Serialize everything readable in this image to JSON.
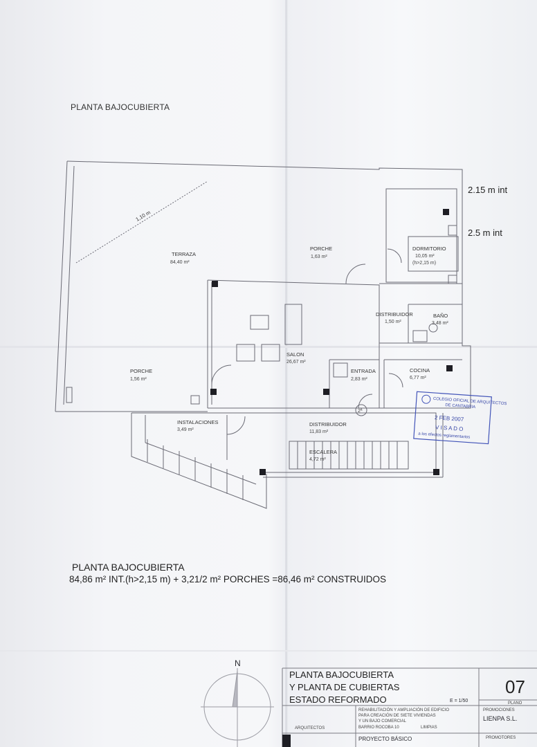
{
  "header": {
    "plan_title": "PLANTA BAJOCUBIERTA"
  },
  "annotations": {
    "height_1": "2.15 m int",
    "height_2": "2.5 m int",
    "slope_dim": "1,10 m"
  },
  "rooms": [
    {
      "name": "TERRAZA",
      "area": "84,40 m²"
    },
    {
      "name": "PORCHE",
      "area": "1,63 m²"
    },
    {
      "name": "DORMITORIO",
      "area": "10,05 m²",
      "note": "(h>2,15 m)"
    },
    {
      "name": "DISTRIBUIDOR",
      "area": "1,50 m²"
    },
    {
      "name": "BAÑO",
      "area": "3,48 m²"
    },
    {
      "name": "SALON",
      "area": "26,67 m²"
    },
    {
      "name": "ENTRADA",
      "area": "2,83 m²"
    },
    {
      "name": "COCINA",
      "area": "6,77 m²"
    },
    {
      "name": "PORCHE",
      "area": "1,56 m²"
    },
    {
      "name": "INSTALACIONES",
      "area": "3,49 m²"
    },
    {
      "name": "DISTRIBUIDOR",
      "area": "11,83 m²"
    },
    {
      "name": "ESCALERA",
      "area": "4,72 m²"
    }
  ],
  "level_mark": "2ª",
  "stamp": {
    "line1": "COLEGIO OFICIAL DE ARQUITECTOS",
    "line2": "DE CANTABRIA",
    "date": "2 FEB 2007",
    "visado": "V I S A D O",
    "line3": "a los efectos reglamentarios"
  },
  "summary": {
    "title": "PLANTA BAJOCUBIERTA",
    "line": "84,86 m² INT.(h>2,15 m) + 3,21/2 m² PORCHES =86,46 m² CONSTRUIDOS"
  },
  "title_block": {
    "north": "N",
    "title_l1": "PLANTA BAJOCUBIERTA",
    "title_l2": "Y PLANTA DE CUBIERTAS",
    "title_l3": "ESTADO REFORMADO",
    "scale": "E = 1/50",
    "plan_number": "07",
    "plan_label": "PLANO",
    "project_l1": "REHABILITACIÓN Y AMPLIACIÓN DE EDIFICIO",
    "project_l2": "PARA CREACIÓN DE SIETE VIVIENDAS",
    "project_l3": "Y UN BAJO COMERCIAL",
    "location": "BARRIO ROCOBA 10",
    "town": "LIMPIAS",
    "architects_label": "ARQUITECTOS",
    "phase": "PROYECTO BÁSICO",
    "promoter_label": "PROMOCIONES",
    "promoter": "LIENPA S.L.",
    "promoters_label": "PROMOTORES"
  }
}
